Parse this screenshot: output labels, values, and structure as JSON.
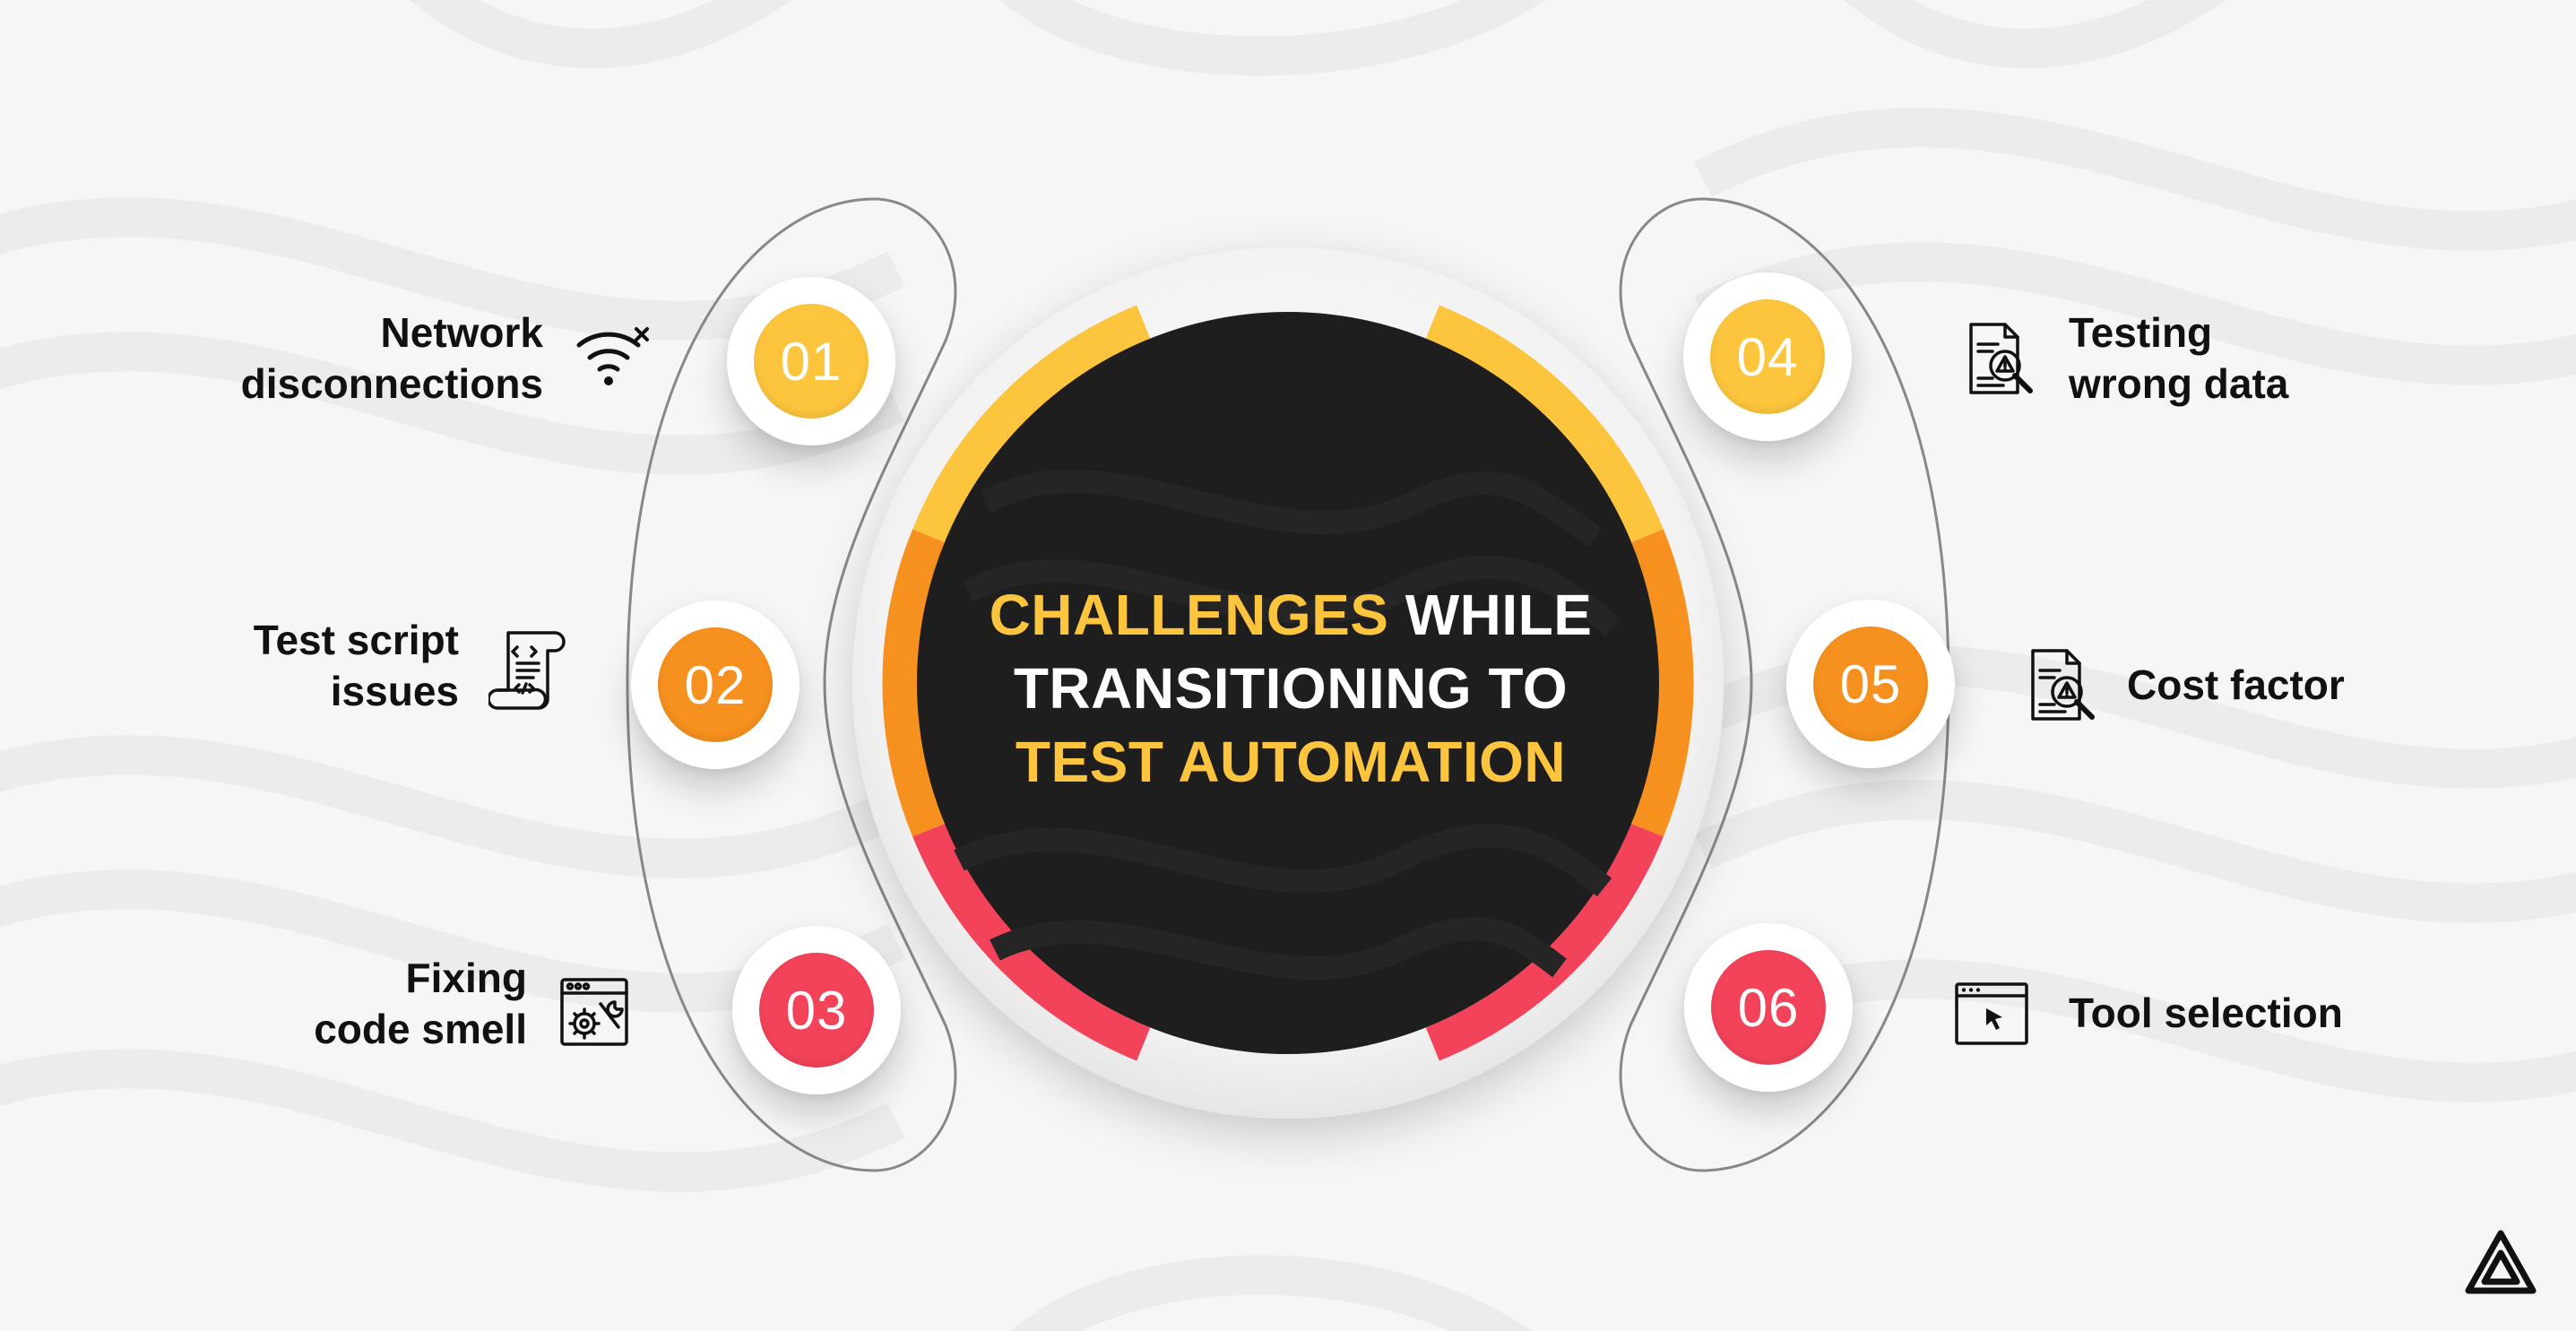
{
  "title": {
    "line1_highlight": "CHALLENGES",
    "line1_rest": " WHILE",
    "line2": "TRANSITIONING TO",
    "line3": "TEST AUTOMATION"
  },
  "colors": {
    "yellow": "#fcc53d",
    "orange": "#f6901e",
    "red": "#f3435a",
    "center": "#1e1e1e"
  },
  "items": [
    {
      "number": "01",
      "line1": "Network",
      "line2": "disconnections",
      "icon": "wifi-off-icon",
      "color": "#fcc53d"
    },
    {
      "number": "02",
      "line1": "Test script",
      "line2": "issues",
      "icon": "script-scroll-icon",
      "color": "#f6901e"
    },
    {
      "number": "03",
      "line1": "Fixing",
      "line2": "code smell",
      "icon": "browser-settings-icon",
      "color": "#f3435a"
    },
    {
      "number": "04",
      "line1": "Testing",
      "line2": "wrong data",
      "icon": "document-warning-search-icon",
      "color": "#fcc53d"
    },
    {
      "number": "05",
      "line1": "Cost factor",
      "line2": "",
      "icon": "document-warning-search-icon",
      "color": "#f6901e"
    },
    {
      "number": "06",
      "line1": "Tool selection",
      "line2": "",
      "icon": "browser-cursor-icon",
      "color": "#f3435a"
    }
  ],
  "logo": {
    "icon": "brand-logo-icon"
  }
}
